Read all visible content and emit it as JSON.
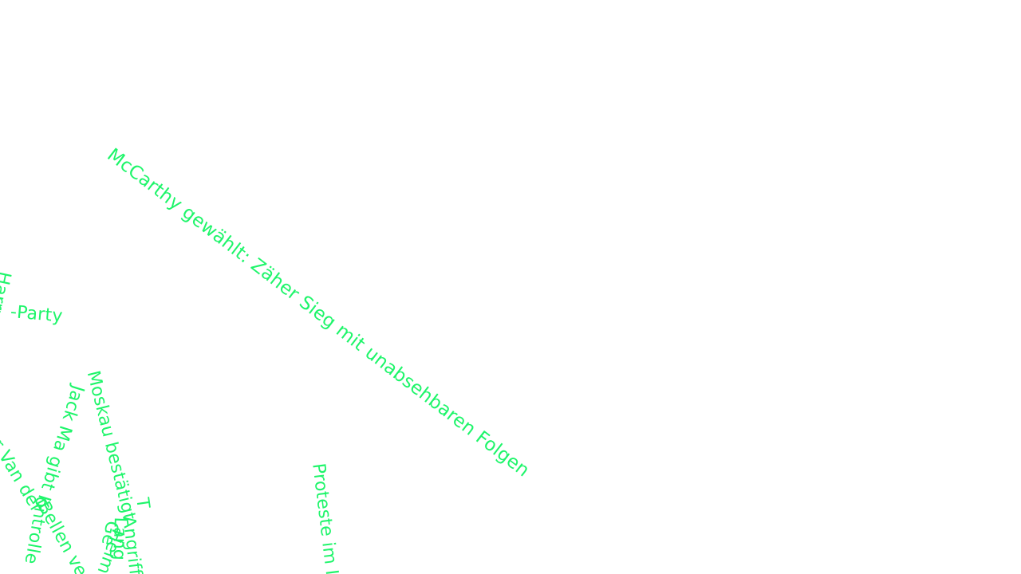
{
  "palette": {
    "background": "#ffffff",
    "text": "#1ef56a"
  },
  "headlines": {
    "mccarthy": "McCarthy gewählt: Zäher Sieg mit unabsehbaren Folgen",
    "party": "-Party",
    "harry": "Harry G",
    "van_der": "r Van der",
    "jack_ma": "Jack Ma gibt K",
    "kontrolle": "ontrolle",
    "bellen": "Bellen ve",
    "moskau": "Moskau bestätigt",
    "t_fragment": "T",
    "angriff": "Angriff",
    "lang": "Lang",
    "ge": "Ge",
    "heim": "Heim",
    "proteste": "Proteste im Ir"
  }
}
